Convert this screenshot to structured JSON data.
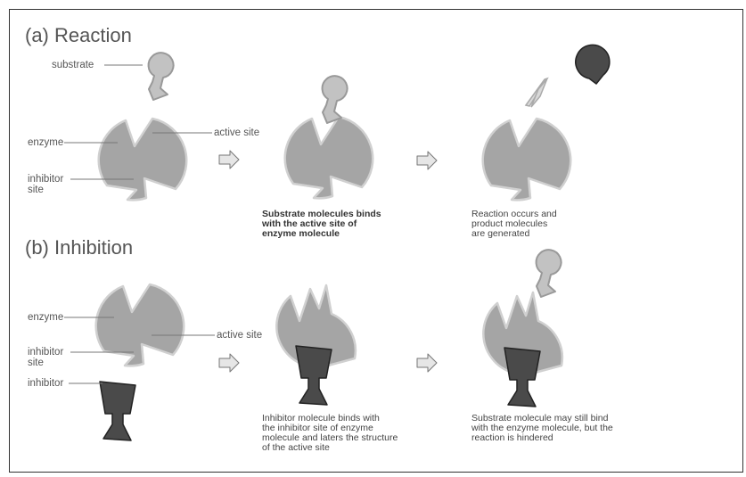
{
  "panel_a": {
    "title": "(a) Reaction",
    "labels": {
      "substrate": "substrate",
      "enzyme": "enzyme",
      "active_site": "active site",
      "inhibitor_site_1": "inhibitor",
      "inhibitor_site_2": "site"
    },
    "caption_1": [
      "Substrate molecules binds",
      "with the active site of",
      "enzyme molecule"
    ],
    "caption_2": [
      "Reaction occurs and",
      "product molecules",
      "are generated"
    ]
  },
  "panel_b": {
    "title": "(b) Inhibition",
    "labels": {
      "enzyme": "enzyme",
      "active_site": "active site",
      "inhibitor_site_1": "inhibitor",
      "inhibitor_site_2": "site",
      "inhibitor": "inhibitor"
    },
    "caption_1": [
      "Inhibitor molecule binds with",
      "the inhibitor site of enzyme",
      "molecule and laters the structure",
      "of the active site"
    ],
    "caption_2": [
      "Substrate molecule may still bind",
      "with the enzyme molecule, but the",
      "reaction is hindered"
    ]
  }
}
